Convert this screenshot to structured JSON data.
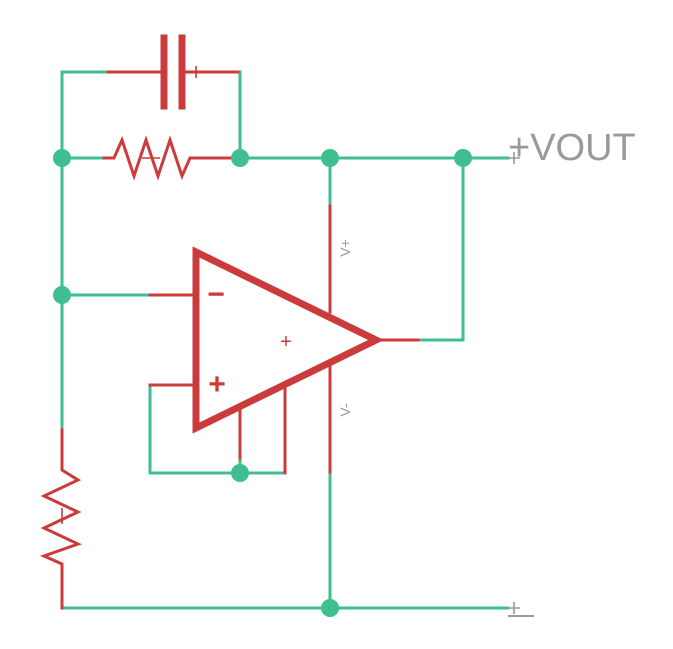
{
  "labels": {
    "vout": "+VOUT",
    "supply_pos": "V+",
    "supply_neg": "V-",
    "inv_pin": "−",
    "noninv_pin": "+",
    "center_mark": "+"
  },
  "colors": {
    "wire": "#3fbf8f",
    "component": "#cc3b3b",
    "text": "#9a9a9a",
    "background": "#ffffff"
  }
}
